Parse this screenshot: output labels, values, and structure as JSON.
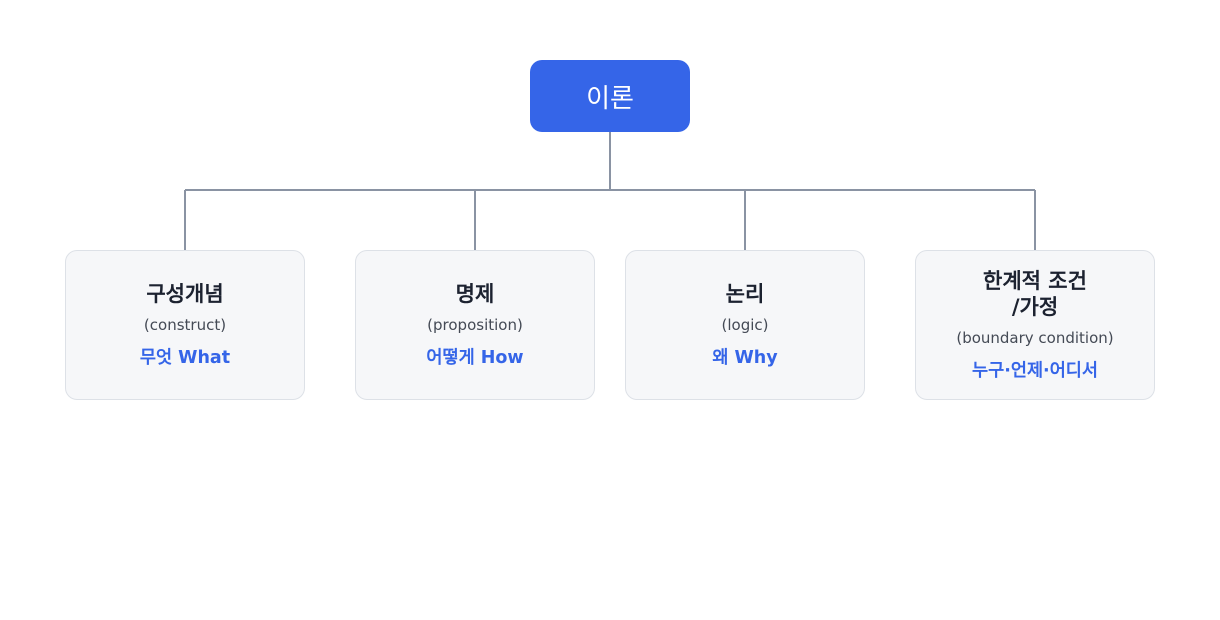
{
  "root": {
    "label": "이론"
  },
  "children": [
    {
      "title": "구성개념",
      "english": "(construct)",
      "question": "무엇 What"
    },
    {
      "title": "명제",
      "english": "(proposition)",
      "question": "어떻게 How"
    },
    {
      "title": "논리",
      "english": "(logic)",
      "question": "왜 Why"
    },
    {
      "title": "한계적 조건\n/가정",
      "english": "(boundary condition)",
      "question": "누구·언제·어디서"
    }
  ],
  "colors": {
    "root_fill": "#3565e8",
    "accent_text": "#3565e8",
    "connector": "#8a93a3"
  }
}
